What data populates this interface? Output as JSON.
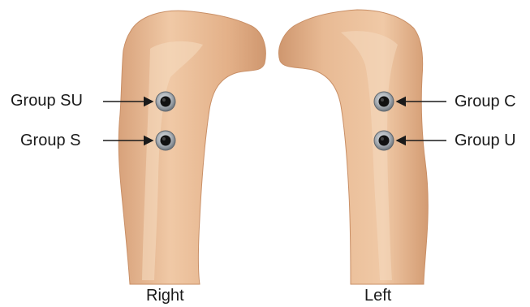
{
  "labels": {
    "group_su": "Group SU",
    "group_s": "Group S",
    "group_c": "Group C",
    "group_u": "Group U"
  },
  "captions": {
    "right": "Right",
    "left": "Left"
  },
  "colors": {
    "bone_fill": "#e6b48c",
    "bone_light": "#f2cfad",
    "bone_shadow": "#c98f66",
    "screw_ring": "#9aa0a6",
    "screw_core": "#111111",
    "arrow": "#1a1a1a"
  }
}
